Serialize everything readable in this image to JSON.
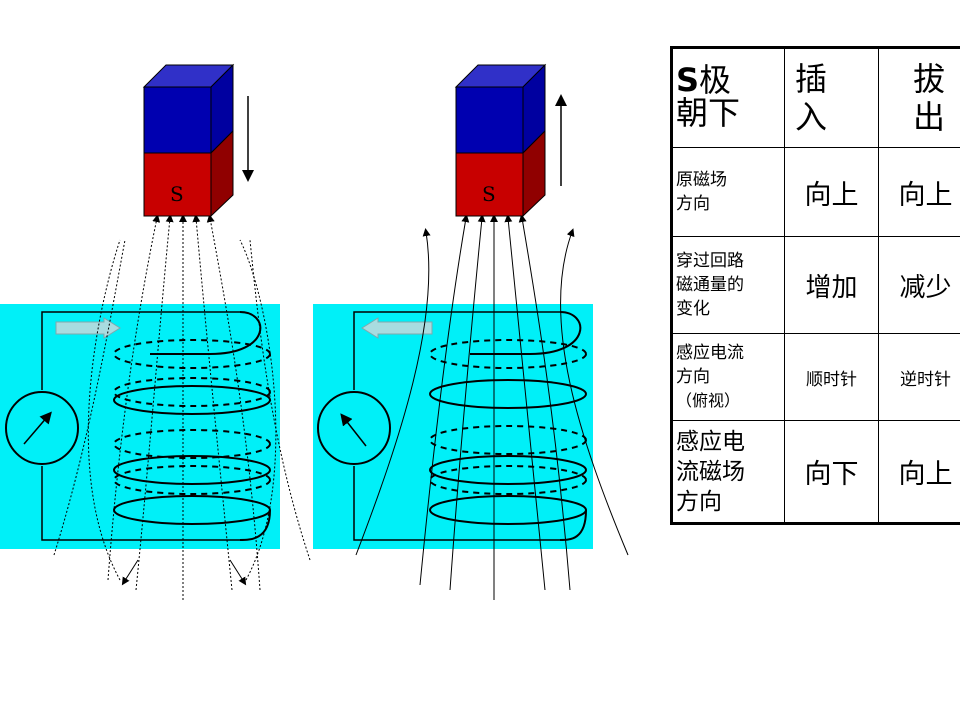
{
  "diagram": {
    "magnet_left_label": "S",
    "magnet_right_label": "S",
    "colors": {
      "water": "#00f0f8",
      "magnet_top": "#0000b0",
      "magnet_top_side": "#3030c8",
      "magnet_bottom": "#c80000",
      "magnet_bottom_side": "#900000",
      "arrow_fill": "#a8dce0"
    }
  },
  "table": {
    "header": {
      "pole_bold": "S",
      "pole_rest_line1": "极",
      "pole_line2": "朝下",
      "insert_line1": "插",
      "insert_line2": "入",
      "extract_line1": "拔",
      "extract_line2": "出"
    },
    "rows": [
      {
        "label_lines": [
          "原磁场",
          "方向"
        ],
        "insert": "向上",
        "extract": "向上"
      },
      {
        "label_lines": [
          "穿过回路",
          "磁通量的",
          "变化"
        ],
        "insert": "增加",
        "extract": "减少"
      },
      {
        "label_lines": [
          "感应电流",
          "方向"
        ],
        "label_note": "（俯视）",
        "insert": "顺时针",
        "extract": "逆时针"
      },
      {
        "label_lines": [
          "感应电",
          "流磁场",
          "方向"
        ],
        "insert": "向下",
        "extract": "向上"
      }
    ]
  }
}
